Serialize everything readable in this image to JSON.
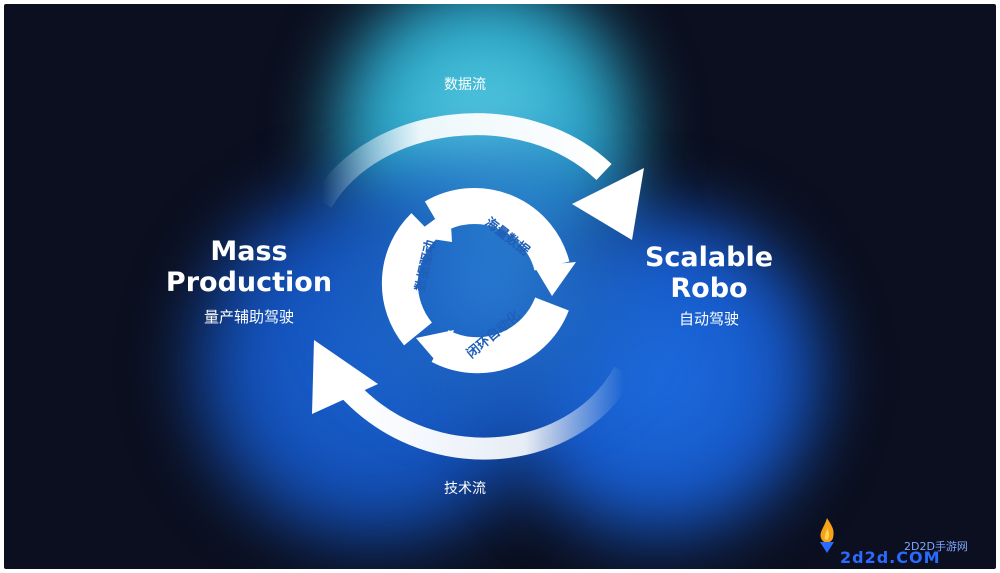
{
  "diagram": {
    "flows": {
      "top": "数据流",
      "bottom": "技术流"
    },
    "left_node": {
      "title": "Mass Production",
      "subtitle": "量产辅助驾驶"
    },
    "right_node": {
      "title": "Scalable Robo",
      "subtitle": "自动驾驶"
    },
    "inner_cycle": [
      "海量数据",
      "闭环自动化",
      "数据驱动"
    ]
  },
  "watermark": {
    "site": "2D2D手游网",
    "domain": "2d2d.COM"
  },
  "colors": {
    "background": "#0b0f1f",
    "cyan_glow": "#5fd3e6",
    "blue_glow": "#1a63d0",
    "inner_text": "#1f5fb8",
    "arrow": "#ffffff"
  }
}
